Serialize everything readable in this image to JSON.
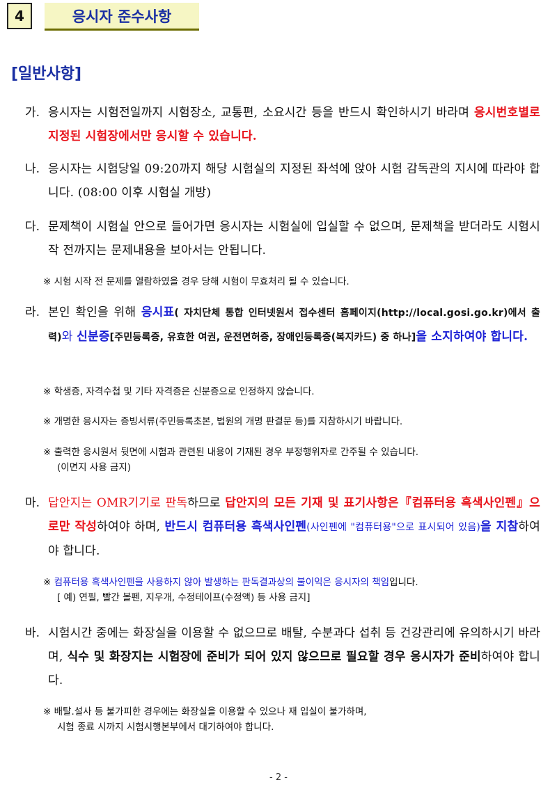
{
  "header": {
    "number": "4",
    "title": "응시자 준수사항"
  },
  "section_title": "[일반사항]",
  "items": {
    "ga": {
      "label": "가.",
      "t1": "응시자는 시험전일까지 시험장소, 교통편, 소요시간 등을 반드시 확인하시기 바라며 ",
      "t2": "응시번호별로 지정된 시험장에서만 응시할 수 있습니다."
    },
    "na": {
      "label": "나.",
      "t1": "응시자는 시험당일 09:20까지 해당 시험실의 지정된 좌석에 앉아 시험 감독관의 지시에 따라야 합니다. (08:00 이후 시험실 개방)"
    },
    "da": {
      "label": "다.",
      "t1": "문제책이 시험실 안으로 들어가면 응시자는 시험실에 입실할 수 없으며, 문제책을 받더라도 시험시작 전까지는 문제내용을 보아서는 안됩니다."
    },
    "ra": {
      "label": "라.",
      "t1": "본인 확인을 위해 ",
      "t2": "응시표",
      "t3": "( 자치단체 통합 인터넷원서 접수센터 홈페이지(http://local.gosi.go.kr)에서 출력)",
      "t4": "와 ",
      "t5": "신분증",
      "t6": "[주민등록증, 유효한 여권, 운전면허증, 장애인등록증(복지카드) 중 하나]",
      "t7": "을 소지하여야 합니다."
    },
    "ma": {
      "label": "마.",
      "t1": "답안지는 OMR기기로 판독",
      "t2": "하므로 ",
      "t3": "답안지의 모든 기재 및 표기사항은『컴퓨터용 흑색사인펜』으로만 작성",
      "t4": "하여야 하며, ",
      "t5": "반드시 컴퓨터용 흑색사인펜",
      "t6": "(사인펜에 \"컴퓨터용\"으로 표시되어 있음)",
      "t7": "을 지참",
      "t8": "하여야 합니다."
    },
    "ba": {
      "label": "바.",
      "t1": "시험시간 중에는 화장실을 이용할 수 없으므로 배탈, 수분과다 섭취 등 건강관리에 유의하시기 바라며, ",
      "t2": "식수 및 화장지는 시험장에 준비가 되어 있지 않으므로 필요할 경우 응시자가 준비",
      "t3": "하여야 합니다."
    }
  },
  "notes": {
    "n1": "※ 시험 시작 전 문제를 열람하였을 경우 당해 시험이 무효처리 될 수 있습니다.",
    "n2": "※ 학생증, 자격수첩 및 기타 자격증은 신분증으로 인정하지 않습니다.",
    "n3": "※ 개명한 응시자는 증빙서류(주민등록초본, 법원의 개명 판결문 등)를 지참하시기 바랍니다.",
    "n4a": "※ 출력한 응시원서 뒷면에 시험과 관련된 내용이 기재된 경우 부정행위자로 간주될 수 있습니다.",
    "n4b": "(이면지 사용 금지)",
    "n5a_mark": "※ ",
    "n5a_blue": "컴퓨터용 흑색사인펜을 사용하지 않아 발생하는 판독결과상의 불이익은 응시자의 책임",
    "n5a_end": "입니다.",
    "n5b": "[ 예) 연필, 빨간 볼펜, 지우개, 수정테이프(수정액) 등 사용 금지]",
    "n6a": "※ 배탈.설사 등 불가피한 경우에는 화장실을 이용할 수 있으나 재 입실이 불가하며,",
    "n6b": "시험 종료 시까지 시험시행본부에서 대기하여야 합니다."
  },
  "footer": {
    "page": "- 2 -"
  }
}
